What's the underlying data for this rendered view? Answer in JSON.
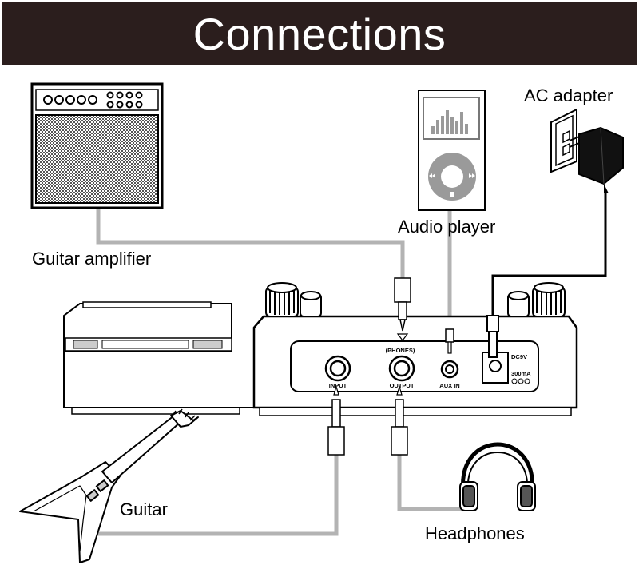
{
  "title": "Connections",
  "devices": {
    "guitar_amplifier": "Guitar amplifier",
    "audio_player": "Audio player",
    "ac_adapter": "AC adapter",
    "guitar": "Guitar",
    "headphones": "Headphones"
  },
  "panel": {
    "phones_label": "(PHONES)",
    "input_label": "INPUT",
    "output_label": "OUTPUT",
    "aux_in_label": "AUX IN",
    "dc_label": "DC9V",
    "current_label": "300mA"
  },
  "colors": {
    "title_bar": "#2b1e1d",
    "cable": "#b3b3b3",
    "outline": "#000000"
  }
}
